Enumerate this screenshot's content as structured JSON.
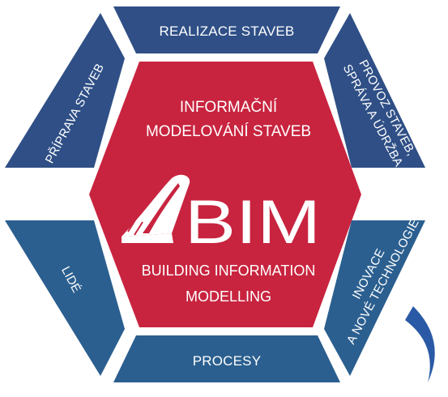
{
  "colors": {
    "segment": "#2f4f86",
    "segment_alt": "#2b5f8f",
    "center": "#c8243f",
    "text": "#ffffff",
    "swoosh": "#2a5aa6",
    "gap": "#ffffff"
  },
  "center": {
    "title_line1": "INFORMAČNÍ",
    "title_line2": "MODELOVÁNÍ STAVEB",
    "logo_text": "BIM",
    "subtitle_line1": "BUILDING INFORMATION",
    "subtitle_line2": "MODELLING",
    "logo_icon": "road-icon"
  },
  "segments": {
    "top": "REALIZACE STAVEB",
    "upper_right_line1": "PROVOZ STAVEB,",
    "upper_right_line2": "SPRÁVA A ÚDRŽBA",
    "lower_right_line1": "INOVACE",
    "lower_right_line2": "A NOVÉ TECHNOLOGIE",
    "bottom": "PROCESY",
    "lower_left": "LIDÉ",
    "upper_left": "PŘÍPRAVA STAVEB"
  }
}
